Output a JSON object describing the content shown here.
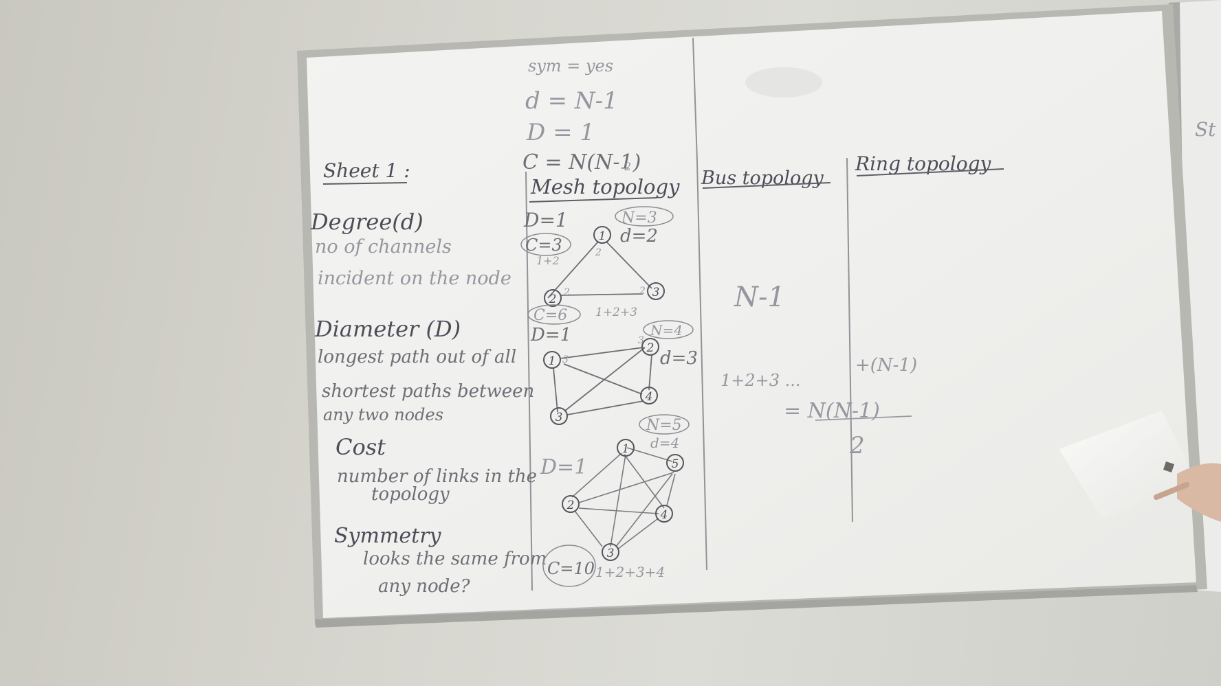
{
  "whiteboard": {
    "left_column": {
      "heading": "Sheet 1 :",
      "degree": {
        "term": "Degree(d)",
        "definition": [
          "no of channels",
          "incident on the node"
        ]
      },
      "diameter": {
        "term": "Diameter (D)",
        "definition": [
          "longest path out of all",
          "shortest paths between",
          "any two nodes"
        ]
      },
      "cost": {
        "term": "Cost",
        "definition": [
          "number of links in the",
          "topology"
        ]
      },
      "symmetry": {
        "term": "Symmetry",
        "definition": [
          "looks the same from",
          "any node?"
        ]
      }
    },
    "mesh_column": {
      "top_notes": [
        "sym = yes",
        "d = N-1",
        "D = 1",
        "C = N(N-1)",
        "2"
      ],
      "heading": "Mesh topology",
      "example_n3": {
        "N": "N=3",
        "d": "d=2",
        "D": "D=1",
        "C": "C=3",
        "sum": "1+2",
        "nodes": [
          "1",
          "2",
          "3"
        ],
        "degrees": [
          "2",
          "2",
          "2"
        ]
      },
      "example_n4": {
        "N": "N=4",
        "d": "d=3",
        "D": "D=1",
        "C": "C=6",
        "sum": "1+2+3",
        "nodes": [
          "1",
          "2",
          "3",
          "4"
        ],
        "degrees": [
          "3",
          "3"
        ]
      },
      "example_n5": {
        "N": "N=5",
        "d": "d=4",
        "D": "D=1",
        "C": "C=10",
        "sum": "1+2+3+4",
        "nodes": [
          "1",
          "2",
          "3",
          "4",
          "5"
        ]
      }
    },
    "bus_column": {
      "heading": "Bus topology",
      "notes": [
        "N-1",
        "1+2+3 ...",
        "+(N-1)",
        "= N(N-1)",
        "2"
      ]
    },
    "ring_column": {
      "heading": "Ring topology"
    },
    "edge_text": "St"
  },
  "colors": {
    "wall": "#d3d2cb",
    "board": "#f2f2ef",
    "frame": "#b9b9b4",
    "marker": "#6e6e76"
  }
}
